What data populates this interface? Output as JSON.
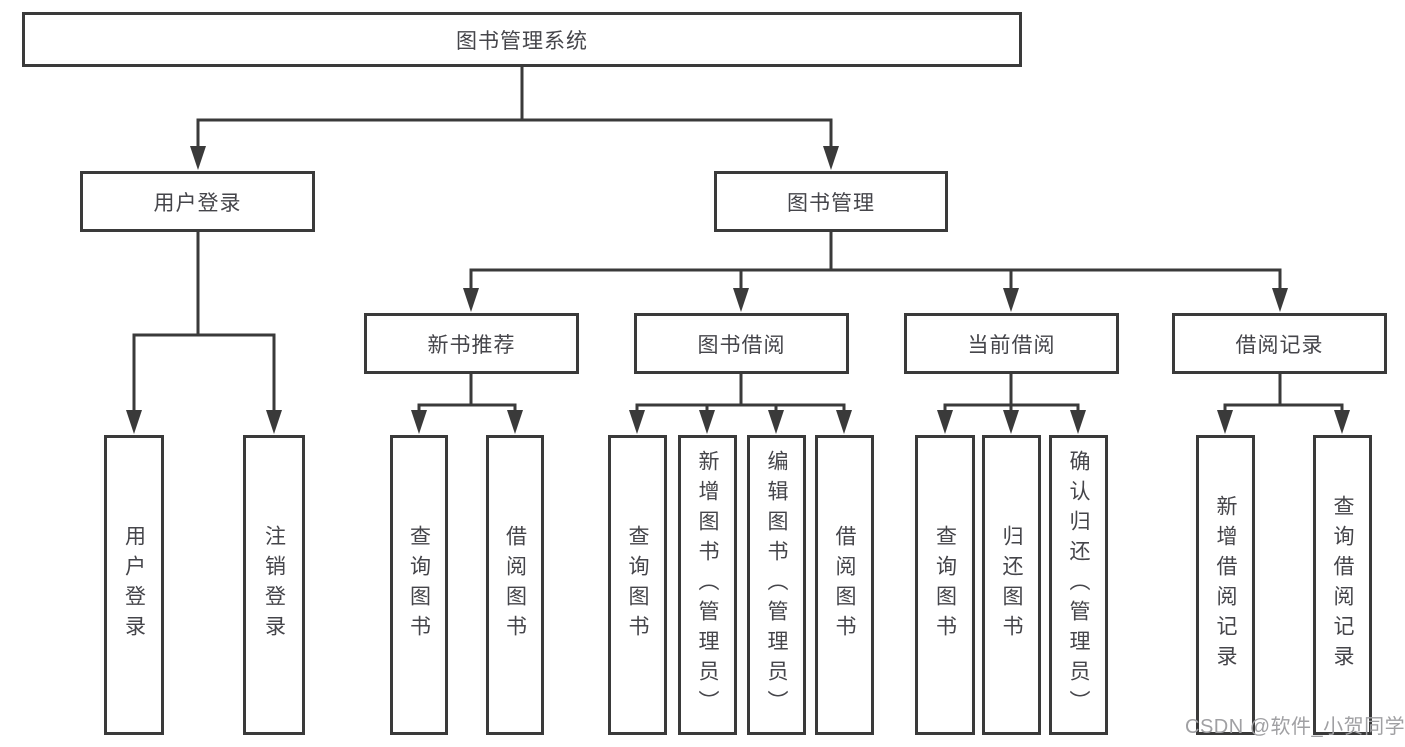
{
  "diagram": {
    "root": {
      "label": "图书管理系统"
    },
    "children": [
      {
        "label": "用户登录",
        "children": [
          {
            "label": "用户登录"
          },
          {
            "label": "注销登录"
          }
        ]
      },
      {
        "label": "图书管理",
        "children": [
          {
            "label": "新书推荐",
            "children": [
              {
                "label": "查询图书"
              },
              {
                "label": "借阅图书"
              }
            ]
          },
          {
            "label": "图书借阅",
            "children": [
              {
                "label": "查询图书"
              },
              {
                "label": "新增图书（管理员）"
              },
              {
                "label": "编辑图书（管理员）"
              },
              {
                "label": "借阅图书"
              }
            ]
          },
          {
            "label": "当前借阅",
            "children": [
              {
                "label": "查询图书"
              },
              {
                "label": "归还图书"
              },
              {
                "label": "确认归还（管理员）"
              }
            ]
          },
          {
            "label": "借阅记录",
            "children": [
              {
                "label": "新增借阅记录"
              },
              {
                "label": "查询借阅记录"
              }
            ]
          }
        ]
      }
    ]
  },
  "watermark": "CSDN @软件_小贺同学",
  "colors": {
    "line": "#3a3a3a",
    "text": "#45454a",
    "watermark": "#a0a0a3"
  }
}
